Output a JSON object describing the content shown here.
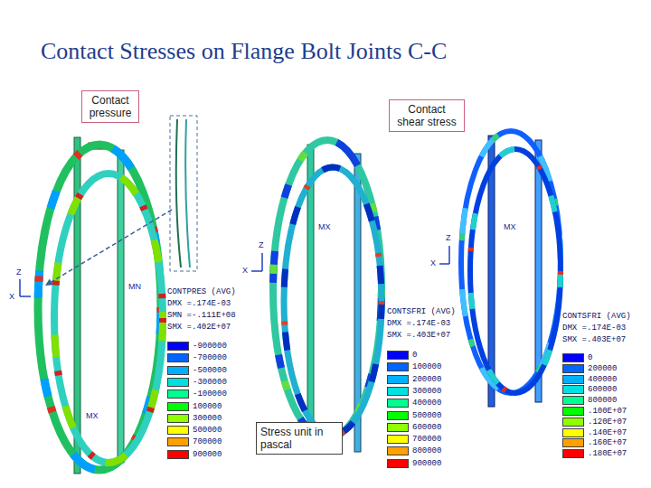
{
  "diagram": {
    "title": "Contact Stresses on Flange Bolt Joints C-C",
    "nodes": [
      {
        "text": [
          "Contact pressure"
        ]
      },
      {
        "text": [
          "Contact shear stress"
        ]
      },
      {
        "text": [
          "Stress unit in pascal"
        ]
      }
    ],
    "labels": [
      "CONTPRES (AVG)",
      "DMX =.174E-03",
      "SMN =-.111E+08",
      "SMX =.402E+07",
      "CONTSFRI (AVG)",
      "DMX =.174E-03",
      "SMX =.403E+07",
      "CONTSFRI (AVG)",
      "DMX =.174E-03",
      "SMX =.403E+07",
      "Z",
      "X",
      "MN",
      "MX",
      "Z",
      "X",
      "MX",
      "Z",
      "X",
      "MX"
    ],
    "legend": [
      {
        "text": "-900000",
        "color": "#0000ff"
      },
      {
        "text": "-700000",
        "color": "#0066ff"
      },
      {
        "text": "-500000",
        "color": "#00b0ff"
      },
      {
        "text": "-300000",
        "color": "#00e0e0"
      },
      {
        "text": "-100000",
        "color": "#00ff90"
      },
      {
        "text": "100000",
        "color": "#00ff00"
      },
      {
        "text": "300000",
        "color": "#90ff00"
      },
      {
        "text": "500000",
        "color": "#ffff00"
      },
      {
        "text": "700000",
        "color": "#ffa000"
      },
      {
        "text": "900000",
        "color": "#ff0000"
      },
      {
        "text": "0",
        "color": "#0000ff"
      },
      {
        "text": "100000",
        "color": "#0066ff"
      },
      {
        "text": "200000",
        "color": "#00b0ff"
      },
      {
        "text": "300000",
        "color": "#00e0e0"
      },
      {
        "text": "400000",
        "color": "#00ff90"
      },
      {
        "text": "500000",
        "color": "#00ff00"
      },
      {
        "text": "600000",
        "color": "#90ff00"
      },
      {
        "text": "700000",
        "color": "#ffff00"
      },
      {
        "text": "800000",
        "color": "#ffa000"
      },
      {
        "text": "900000",
        "color": "#ff0000"
      },
      {
        "text": "0",
        "color": "#0000ff"
      },
      {
        "text": "200000",
        "color": "#0066ff"
      },
      {
        "text": "400000",
        "color": "#00b0ff"
      },
      {
        "text": "600000",
        "color": "#00e0e0"
      },
      {
        "text": "800000",
        "color": "#00ff90"
      },
      {
        "text": ".100E+07",
        "color": "#00ff00"
      },
      {
        "text": ".120E+07",
        "color": "#90ff00"
      },
      {
        "text": ".140E+07",
        "color": "#ffff00"
      },
      {
        "text": ".160E+07",
        "color": "#ffa000"
      },
      {
        "text": ".180E+07",
        "color": "#ff0000"
      }
    ]
  }
}
